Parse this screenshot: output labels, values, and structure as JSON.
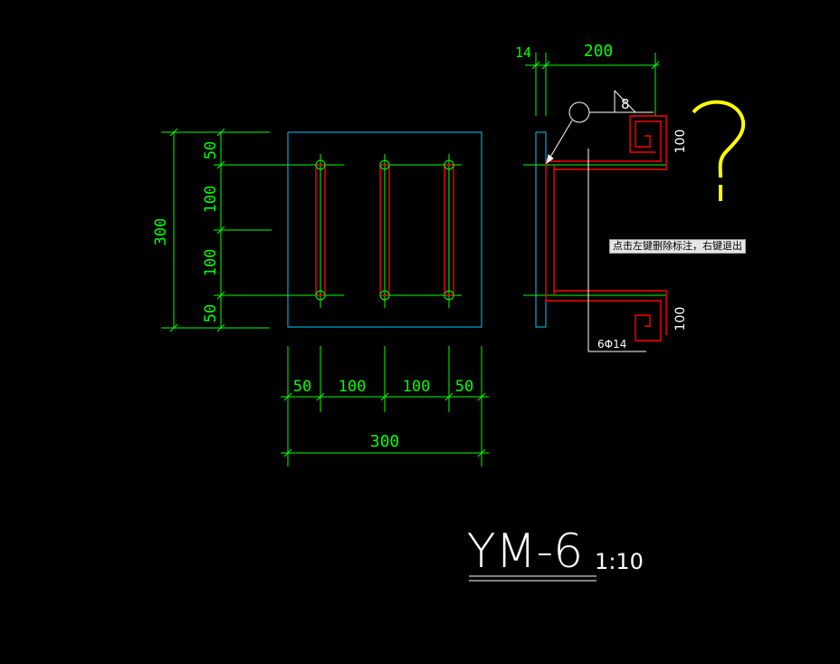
{
  "drawing": {
    "title": "YM-6",
    "scale": "1:10",
    "left_dims": {
      "total": "300",
      "segments": [
        "50",
        "100",
        "100",
        "50"
      ]
    },
    "bottom_dims": {
      "total": "300",
      "segments": [
        "50",
        "100",
        "100",
        "50"
      ]
    },
    "side_view": {
      "top_dims": [
        "14",
        "200"
      ],
      "hook_dims": [
        "100",
        "100"
      ],
      "bar_spec": "6Φ14",
      "weld_symbol": "8"
    }
  },
  "tooltip": "点击左键删除标注，右键退出",
  "colors": {
    "background": "#000000",
    "dimension": "#00ff00",
    "plate": "#00c8ff",
    "rebar": "#ff0000",
    "annotation": "#ffffff",
    "cursor": "#ffff00"
  }
}
